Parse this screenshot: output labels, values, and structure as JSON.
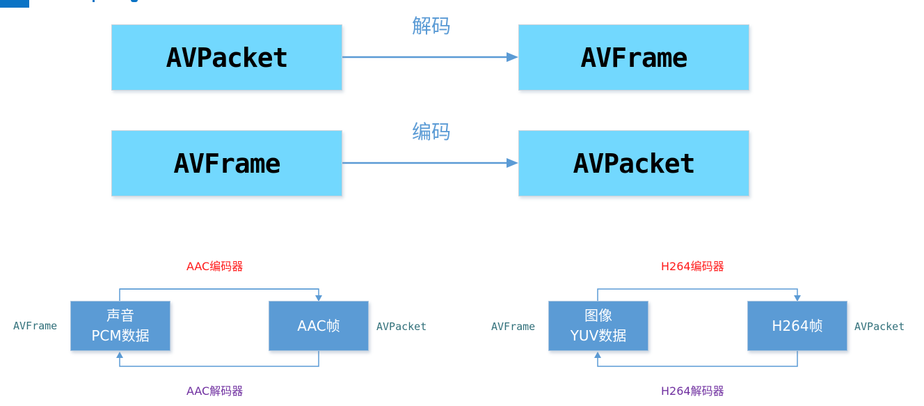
{
  "colors": {
    "big_box_fill": "#72d8fe",
    "small_box_fill": "#5b9bd5",
    "arrow": "#5b9bd5",
    "encoder_label": "#ff1a1a",
    "decoder_label": "#7030a0",
    "side_label": "#31707a"
  },
  "decode_flow": {
    "from": "AVPacket",
    "to": "AVFrame",
    "label": "解码"
  },
  "encode_flow": {
    "from": "AVFrame",
    "to": "AVPacket",
    "label": "编码"
  },
  "audio_cycle": {
    "left_label": "AVFrame",
    "right_label": "AVPacket",
    "left_box": [
      "声音",
      "PCM数据"
    ],
    "right_box": "AAC帧",
    "encoder": "AAC编码器",
    "decoder": "AAC解码器"
  },
  "video_cycle": {
    "left_label": "AVFrame",
    "right_label": "AVPacket",
    "left_box": [
      "图像",
      "YUV数据"
    ],
    "right_box": "H264帧",
    "encoder": "H264编码器",
    "decoder": "H264解码器"
  }
}
